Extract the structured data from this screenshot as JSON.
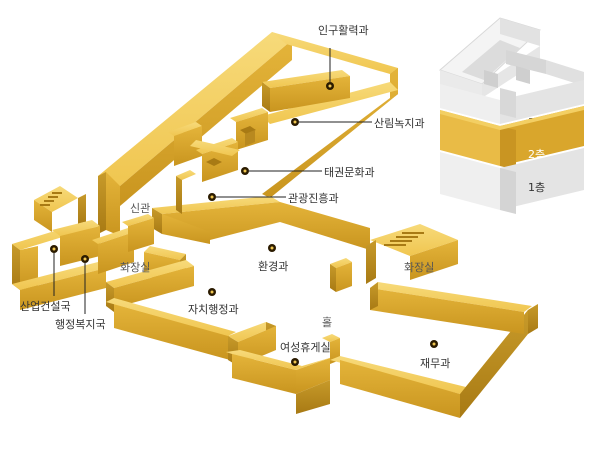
{
  "map": {
    "labels": {
      "in_gu": "인구활력과",
      "sanrim": "산림녹지과",
      "taekwon": "태권문화과",
      "gwangwang": "관광진흥과",
      "singwan": "신관",
      "hwangyeong": "환경과",
      "restroom_left": "화장실",
      "restroom_right": "화장실",
      "jachi": "자치행정과",
      "hall": "홀",
      "women_lounge": "여성휴게실",
      "jaemu": "재무과",
      "saneop": "산업건설국",
      "haengjeong": "행정복지국"
    }
  },
  "floor_selector": {
    "floors": [
      {
        "label": "3층",
        "active": false
      },
      {
        "label": "2층",
        "active": true
      },
      {
        "label": "1층",
        "active": false
      }
    ],
    "colors": {
      "active": "#e2b33f",
      "inactive": "#e8e8e8"
    }
  },
  "colors": {
    "wall_top": "#f3cf63",
    "wall_front": "#d9a829",
    "wall_side": "#b7891c",
    "floor": "#ffffff"
  }
}
